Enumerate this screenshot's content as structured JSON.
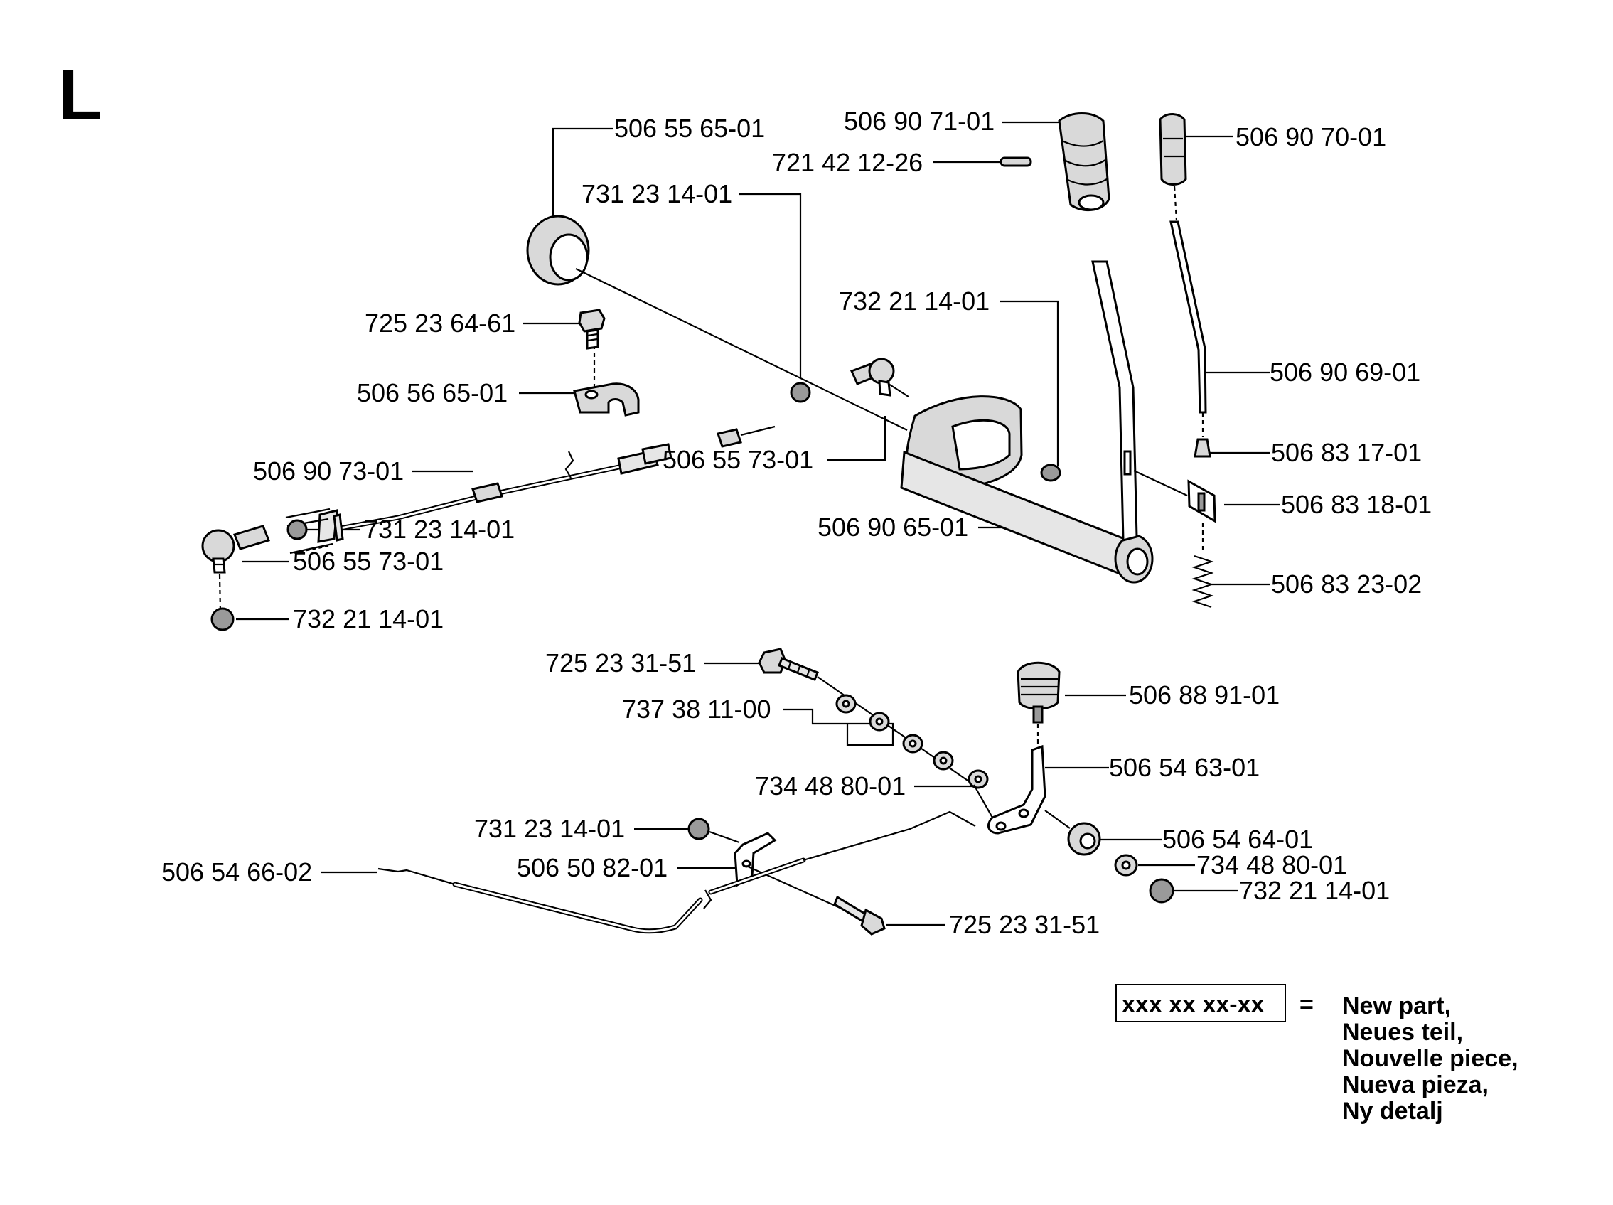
{
  "section_letter": "L",
  "part_labels": [
    "506 55 65-01",
    "506 90 71-01",
    "721 42 12-26",
    "506 90 70-01",
    "731 23 14-01",
    "732 21 14-01",
    "725 23 64-61",
    "506 90 69-01",
    "506 56 65-01",
    "506 83 17-01",
    "506 90 73-01",
    "506 55 73-01",
    "506 83 18-01",
    "731 23 14-01",
    "506 90 65-01",
    "506 55 73-01",
    "506 83 23-02",
    "732 21 14-01",
    "725 23 31-51",
    "506 88 91-01",
    "737 38 11-00",
    "506 54 63-01",
    "734 48 80-01",
    "731 23 14-01",
    "506 54 64-01",
    "734 48 80-01",
    "506 54 66-02",
    "506 50 82-01",
    "732 21 14-01",
    "725 23 31-51"
  ],
  "legend": {
    "box_text": "xxx xx xx-xx",
    "equals": "=",
    "lines": [
      "New part,",
      "Neues teil,",
      "Nouvelle piece,",
      "Nueva pieza,",
      "Ny detalj"
    ]
  }
}
